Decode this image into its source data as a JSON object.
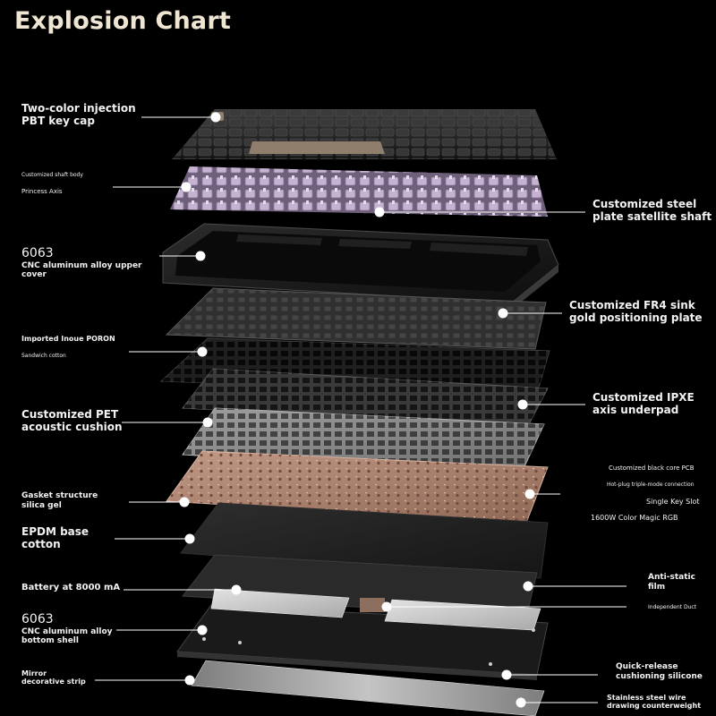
{
  "title": "Explosion Chart",
  "labels": {
    "keycap_l1": "Two-color injection",
    "keycap_l2": "PBT key cap",
    "switch_body": "Customized shaft body",
    "princess_axis": "Princess Axis",
    "steel_plate_l1": "Customized steel",
    "steel_plate_l2": "plate satellite shaft",
    "upper_code": "6063",
    "upper_l1": "CNC aluminum alloy upper",
    "upper_l2": "cover",
    "fr4_l1": "Customized FR4 sink",
    "fr4_l2": "gold positioning plate",
    "poron": "Imported Inoue PORON",
    "sandwich": "Sandwich cotton",
    "ipxe_l1": "Customized IPXE",
    "ipxe_l2": "axis underpad",
    "pet_l1": "Customized PET",
    "pet_l2": "acoustic cushion",
    "pcb": "Customized black core PCB",
    "hotplug": "Hot-plug triple-mode connection",
    "gasket_l1": "Gasket structure",
    "gasket_l2": "silica gel",
    "single_key": "Single Key Slot",
    "rgb": "1600W Color Magic RGB",
    "epdm_l1": "EPDM base",
    "epdm_l2": "cotton",
    "antistatic_l1": "Anti-static",
    "antistatic_l2": "film",
    "battery": "Battery at 8000 mA",
    "duct": "Independent Duct",
    "bottom_code": "6063",
    "bottom_l1": "CNC aluminum alloy",
    "bottom_l2": "bottom shell",
    "mirror_l1": "Mirror",
    "mirror_l2": "decorative strip",
    "quick_l1": "Quick-release",
    "quick_l2": "cushioning silicone",
    "wire_l1": "Stainless steel wire",
    "wire_l2": "drawing counterweight"
  },
  "colors": {
    "background": "#000000",
    "title": "#efe5d3",
    "label": "#f2f2f2",
    "keycap": "#2a2a2a",
    "keycap_accent": "#8f7e6b",
    "switch": "#b7a3c2",
    "aluminum": "#1c1c1c",
    "fr4": "#353535",
    "pet": "#8c8c8c",
    "pcb": "#b08370",
    "epdm": "#1a1a1a",
    "battery": "#c9c9c9",
    "strip": "#9c9c9c"
  }
}
